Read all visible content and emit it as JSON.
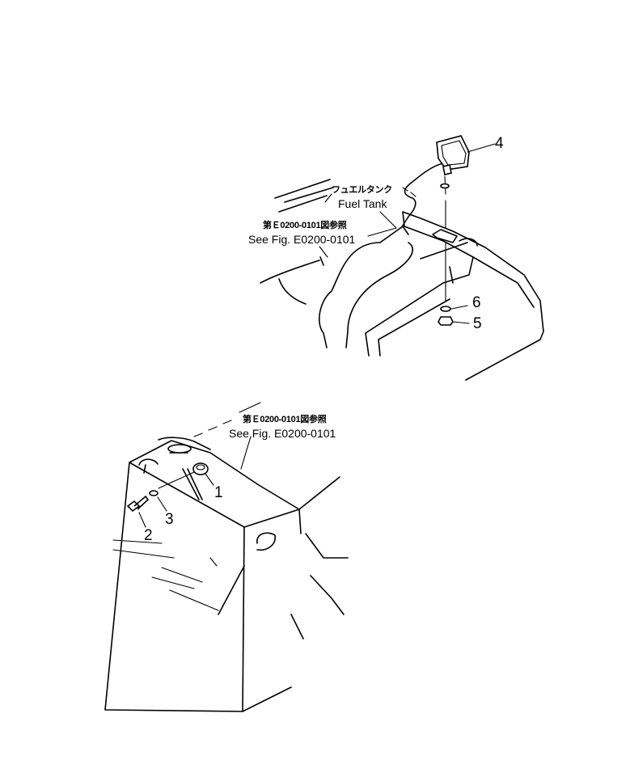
{
  "callouts": [
    {
      "id": "1",
      "label": "1"
    },
    {
      "id": "2",
      "label": "2"
    },
    {
      "id": "3",
      "label": "3"
    },
    {
      "id": "4",
      "label": "4"
    },
    {
      "id": "5",
      "label": "5"
    },
    {
      "id": "6",
      "label": "6"
    }
  ],
  "references": {
    "fuel_tank_jp": "フュエルタンク",
    "fuel_tank_en": "Fuel Tank",
    "upper_fig_jp": "第Ｅ0200-0101図参照",
    "upper_fig_en": "See Fig. E0200-0101",
    "lower_fig_jp": "第Ｅ0200-0101図参照",
    "lower_fig_en": "See Fig. E0200-0101"
  }
}
